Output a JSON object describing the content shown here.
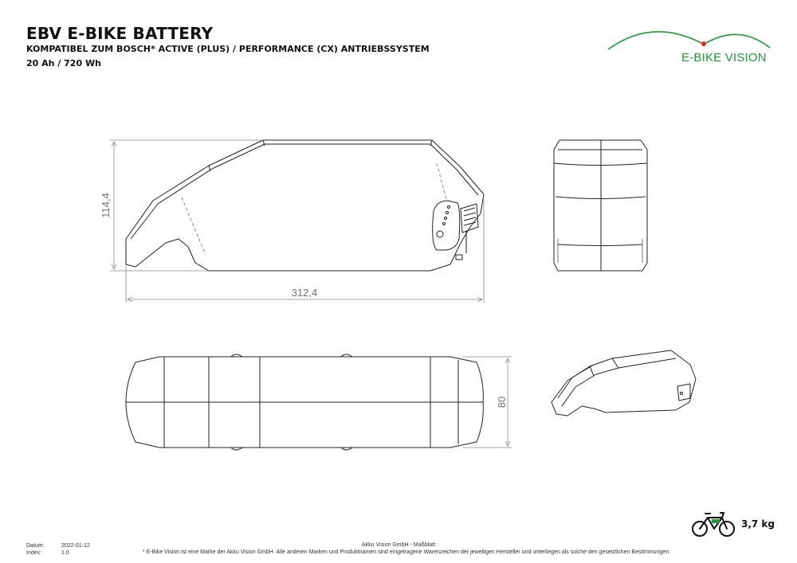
{
  "header": {
    "title": "EBV E-BIKE BATTERY",
    "subtitle": "KOMPATIBEL ZUM BOSCH* ACTIVE (PLUS) / PERFORMANCE (CX) ANTRIEBSSYSTEM",
    "capacity": "20 Ah / 720 Wh"
  },
  "logo": {
    "text": "E-BIKE VISION",
    "accent_color": "#1f9a3a",
    "dot_color": "#e3262b"
  },
  "dimensions": {
    "height": "114,4",
    "length": "312,4",
    "width": "80"
  },
  "weight": {
    "icon": "bicycle-icon",
    "value": "3,7 kg"
  },
  "footer": {
    "date_label": "Datum:",
    "date_value": "2022-01-12",
    "index_label": "Index:",
    "index_value": "1.0",
    "company": "Akku Vision GmbH - Maßblatt",
    "note": "* E-Bike Vision ist eine Marke der Akku Vision GmbH. Alle anderen Marken und Produktnamen sind eingetragene Warenzeichen der jeweiligen Hersteller und unterliegen als solche den gesetzlichen Bestimmungen."
  }
}
